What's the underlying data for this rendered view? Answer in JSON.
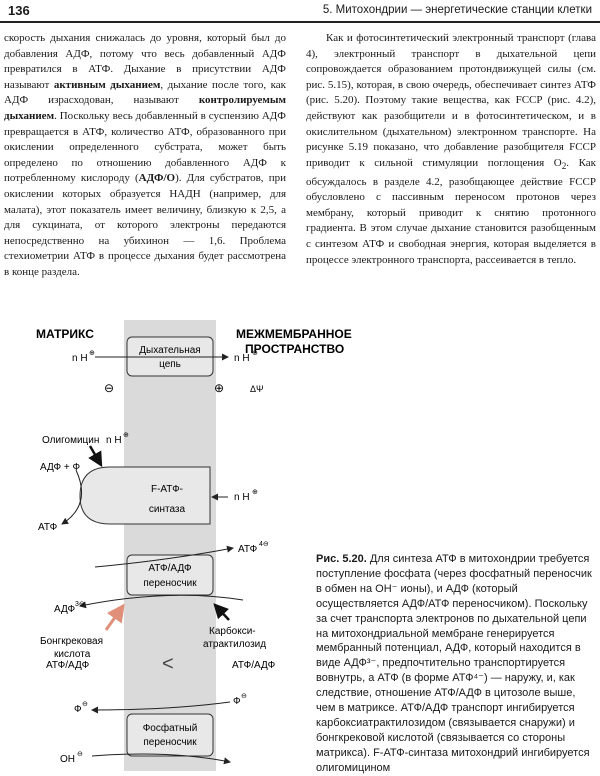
{
  "header": {
    "page_number": "136",
    "running_title": "5. Митохондрии — энергетические станции клетки"
  },
  "left_column": {
    "p1_a": "скорость дыхания снижалась до уровня, который был до добавления АДФ, потому что весь добавленный АДФ превратился в АТФ. Дыхание в присутствии АДФ называют ",
    "p1_b": "активным дыханием",
    "p1_c": ", дыхание после того, как АДФ израсходован, называют ",
    "p1_d": "контролируемым дыханием",
    "p1_e": ". Поскольку весь добавленный в суспензию АДФ превращается в АТФ, количество АТФ, образованного при окислении определенного субстрата, может быть определено по отношению добавленного АДФ к потребленному кислороду (",
    "p1_f": "АДФ/О",
    "p1_g": "). Для субстратов, при окислении которых образуется НАДН (например, для малата), этот показатель имеет величину, близкую к 2,5, а для сукцината, от которого электроны передаются непосредственно на убихинон — 1,6. Проблема стехиометрии АТФ в процессе дыхания будет рассмотрена в конце раздела."
  },
  "right_column": {
    "p_a": "Как и фотосинтетический электронный транспорт (глава 4), электронный транспорт в дыхательной цепи сопровождается образованием протондвижущей силы (см. рис. 5.15), которая, в свою очередь, обеспечивает синтез АТФ (рис. 5.20). Поэтому такие вещества, как FCCP (рис. 4.2), действуют как разобщители и в фотосинтетическом, и в окислительном (дыхательном) электронном транспорте. На рисунке 5.19 показано, что добавление разобщителя FCCP приводит к сильной стимуляции поглощения O",
    "p_sub": "2",
    "p_b": ". Как обсуждалось в разделе 4.2, разобщающее действие FCCP обусловлено с пассивным переносом протонов через мембрану, который приводит к снятию протонного градиента. В этом случае дыхание становится разобщенным с синтезом АТФ и свободная энергия, которая выделяется в процессе электронного транспорта, рассеивается в тепло."
  },
  "figure": {
    "matrix_label": "МАТРИКС",
    "ims_label_1": "МЕЖМЕМБРАННОЕ",
    "ims_label_2": "ПРОСТРАНСТВО",
    "resp_chain_1": "Дыхательная",
    "resp_chain_2": "цепь",
    "nH_in": "n H",
    "nH_out": "n H",
    "nH_oligo": "n H",
    "nH_synthase": "n H",
    "minus_sign": "⊖",
    "plus_sign": "⊕",
    "delta_psi": "ΔΨ",
    "oligomycin": "Олигомицин",
    "adp_p": "АДФ + Ф",
    "atp_left": "АТФ",
    "synthase_1": "F-АТФ-",
    "synthase_2": "синтаза",
    "translocator_1": "АТФ/АДФ",
    "translocator_2": "переносчик",
    "atp4_out": "АТФ",
    "atp4_charge": "4⊖",
    "adp3_in": "АДФ",
    "adp3_charge": "3⊖",
    "bongkrek_1": "Бонгкрековая",
    "bongkrek_2": "кислота",
    "carboxy_1": "Карбокси-",
    "carboxy_2": "атрактилозид",
    "ratio_left": "АТФ/АДФ",
    "ratio_right": "АТФ/АДФ",
    "less_than": "<",
    "phi_left": "Ф",
    "phi_right": "Ф",
    "phosphate_1": "Фосфатный",
    "phosphate_2": "переносчик",
    "oh_label": "OH",
    "colors": {
      "membrane": "#d9d9d9",
      "protein": "#e6e6e6",
      "bongkrek_arrow": "#e0907a",
      "text": "#1a1a1a"
    }
  },
  "caption": {
    "label": "Рис. 5.20.",
    "text": " Для синтеза АТФ в митохондрии требуется поступление фосфата (через фосфатный переносчик в обмен на ОН⁻ ионы), и АДФ (который осуществляется АДФ/АТФ переносчиком). Поскольку за счет транспорта электронов по дыхательной цепи на митохондриальной мембране генерируется мембранный потенциал, АДФ, который находится в виде АДФ³⁻, предпочтительно транспортируется вовнутрь, а АТФ (в форме АТФ⁴⁻) — наружу, и, как следствие, отношение АТФ/АДФ в цитозоле выше, чем в матриксе. АТФ/АДФ транспорт ингибируется карбоксиатрактилозидом (связывается снаружи) и бонгкрековой кислотой (связывается со стороны матрикса). F-АТФ-синтаза митохондрий ингибируется олигомицином"
  }
}
